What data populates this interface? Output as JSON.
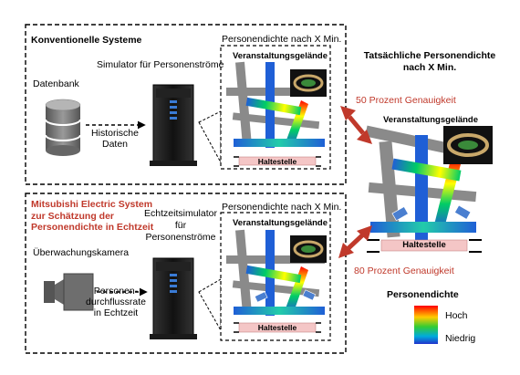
{
  "conventional": {
    "title": "Konventionelle Systeme",
    "database_label": "Datenbank",
    "historical_data_label": [
      "Historische",
      "Daten"
    ],
    "simulator_label": "Simulator für Personenströme",
    "map_title": "Personendichte nach X Min.",
    "venue_label": "Veranstaltungsgelände",
    "stop_label": "Haltestelle"
  },
  "mitsubishi": {
    "title_lines": [
      "Mitsubishi Electric System",
      "zur Schätzung der",
      "Personendichte in Echtzeit"
    ],
    "camera_label": "Überwachungskamera",
    "flow_rate_label": [
      "Personen-",
      "durchflussrate",
      "in Echtzeit"
    ],
    "simulator_label": [
      "Echtzeitsimulator",
      "für",
      "Personenströme"
    ],
    "map_title": "Personendichte nach X Min.",
    "venue_label": "Veranstaltungsgelände",
    "stop_label": "Haltestelle"
  },
  "actual": {
    "title_lines": [
      "Tatsächliche Personendichte",
      "nach X Min."
    ],
    "accuracy_50": "50 Prozent Genauigkeit",
    "accuracy_80": "80 Prozent Genauigkeit",
    "venue_label": "Veranstaltungsgelände",
    "stop_label": "Haltestelle"
  },
  "legend": {
    "title": "Personendichte",
    "high": "Hoch",
    "low": "Niedrig"
  },
  "colors": {
    "accent_red": "#c0392b",
    "road_gray": "#7f7f7f",
    "stop_pink": "#f4c6c6"
  },
  "icons": [
    "database-icon",
    "server-icon",
    "camera-icon",
    "stadium-icon",
    "arrow-icon"
  ]
}
